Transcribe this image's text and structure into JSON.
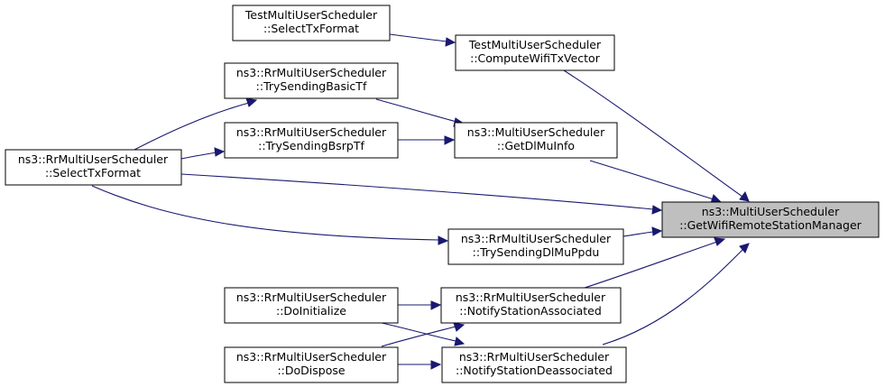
{
  "nodes": {
    "test_select_tx_format": {
      "line1": "TestMultiUserScheduler",
      "line2": "::SelectTxFormat"
    },
    "test_compute_wifi_tx_vector": {
      "line1": "TestMultiUserScheduler",
      "line2": "::ComputeWifiTxVector"
    },
    "rr_try_sending_basic_tf": {
      "line1": "ns3::RrMultiUserScheduler",
      "line2": "::TrySendingBasicTf"
    },
    "rr_try_sending_bsrp_tf": {
      "line1": "ns3::RrMultiUserScheduler",
      "line2": "::TrySendingBsrpTf"
    },
    "mu_get_dl_mu_info": {
      "line1": "ns3::MultiUserScheduler",
      "line2": "::GetDlMuInfo"
    },
    "rr_select_tx_format": {
      "line1": "ns3::RrMultiUserScheduler",
      "line2": "::SelectTxFormat"
    },
    "mu_get_wifi_remote_station_manager": {
      "line1": "ns3::MultiUserScheduler",
      "line2": "::GetWifiRemoteStationManager"
    },
    "rr_try_sending_dl_mu_ppdu": {
      "line1": "ns3::RrMultiUserScheduler",
      "line2": "::TrySendingDlMuPpdu"
    },
    "rr_do_initialize": {
      "line1": "ns3::RrMultiUserScheduler",
      "line2": "::DoInitialize"
    },
    "rr_notify_station_associated": {
      "line1": "ns3::RrMultiUserScheduler",
      "line2": "::NotifyStationAssociated"
    },
    "rr_do_dispose": {
      "line1": "ns3::RrMultiUserScheduler",
      "line2": "::DoDispose"
    },
    "rr_notify_station_deassociated": {
      "line1": "ns3::RrMultiUserScheduler",
      "line2": "::NotifyStationDeassociated"
    }
  },
  "edges": [
    {
      "from": "test_select_tx_format",
      "to": "test_compute_wifi_tx_vector"
    },
    {
      "from": "test_compute_wifi_tx_vector",
      "to": "mu_get_wifi_remote_station_manager"
    },
    {
      "from": "rr_select_tx_format",
      "to": "rr_try_sending_basic_tf"
    },
    {
      "from": "rr_select_tx_format",
      "to": "rr_try_sending_bsrp_tf"
    },
    {
      "from": "rr_try_sending_basic_tf",
      "to": "mu_get_dl_mu_info"
    },
    {
      "from": "rr_try_sending_bsrp_tf",
      "to": "mu_get_dl_mu_info"
    },
    {
      "from": "mu_get_dl_mu_info",
      "to": "mu_get_wifi_remote_station_manager"
    },
    {
      "from": "rr_select_tx_format",
      "to": "mu_get_wifi_remote_station_manager"
    },
    {
      "from": "rr_select_tx_format",
      "to": "rr_try_sending_dl_mu_ppdu"
    },
    {
      "from": "rr_try_sending_dl_mu_ppdu",
      "to": "mu_get_wifi_remote_station_manager"
    },
    {
      "from": "rr_notify_station_associated",
      "to": "mu_get_wifi_remote_station_manager"
    },
    {
      "from": "rr_notify_station_deassociated",
      "to": "mu_get_wifi_remote_station_manager"
    },
    {
      "from": "rr_do_initialize",
      "to": "rr_notify_station_associated"
    },
    {
      "from": "rr_do_initialize",
      "to": "rr_notify_station_deassociated"
    },
    {
      "from": "rr_do_dispose",
      "to": "rr_notify_station_associated"
    },
    {
      "from": "rr_do_dispose",
      "to": "rr_notify_station_deassociated"
    }
  ],
  "colors": {
    "edge": "#191970",
    "node_border": "#000000",
    "node_fill": "#ffffff",
    "focus_fill": "#bfbfbf"
  }
}
